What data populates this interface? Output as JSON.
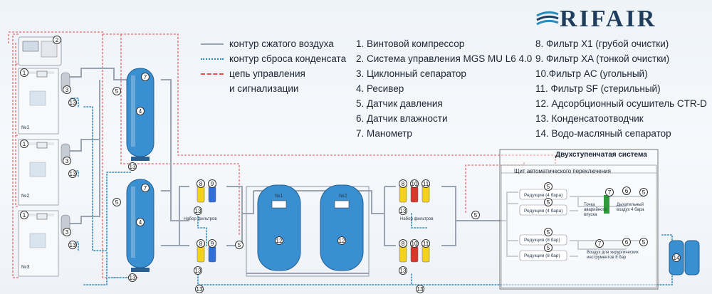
{
  "brand": {
    "name": "RIFAIR"
  },
  "legend": [
    {
      "kind": "air",
      "text": "контур сжатого воздуха"
    },
    {
      "kind": "cond",
      "text": "контур сброса конденсата"
    },
    {
      "kind": "ctrl",
      "text": "цепь управления"
    },
    {
      "kind": "ctrl2",
      "text": "и сигнализации"
    }
  ],
  "components_left": [
    "1. Винтовой компрессор",
    "2. Система управления MGS MU L6  4.0",
    "3. Циклонный сепаратор",
    "4. Ресивер",
    "5. Датчик давления",
    "6. Датчик влажности",
    "7.  Манометр"
  ],
  "components_right": [
    "8. Фильтр X1 (грубой очистки)",
    "9. Фильтр XA (тонкой очистки)",
    "10.Фильтр AC (угольный)",
    "11. Фильтр SF (стерильный)",
    "12. Адсорбционный осушитель CTR-D",
    "13. Конденсатоотводчик",
    "14. Водо-масляный сепаратор"
  ],
  "diagram": {
    "system_title": "Двухступенчатая система",
    "panel_title": "Щит автоматического переключения",
    "filter_set_label": "Набор фильтров",
    "compressor_labels": [
      "№1",
      "№2",
      "№3"
    ],
    "dryer_labels": [
      "№1",
      "№2"
    ],
    "reductions": [
      "Редукция (4 бара)",
      "Редукция (4 бара)",
      "Редукция (8 бар)",
      "Редукция (8 бар)"
    ],
    "outputs": {
      "breathing_air": "Дыхательный воздух 4 бара",
      "emergency_point": "Точка аварийного впуска",
      "surgical_air": "Воздух для хирургических инструментов 8 бар"
    },
    "colors": {
      "air": "#9aa4b0",
      "condensate": "#2a8bbf",
      "control": "#e35050",
      "tank": "#3a8fd0",
      "filter_x1": "#f2d21b",
      "filter_xa": "#2f6fd6",
      "filter_ac": "#d8372b",
      "filter_sf": "#f2d21b",
      "green": "#2f9a3a"
    }
  }
}
